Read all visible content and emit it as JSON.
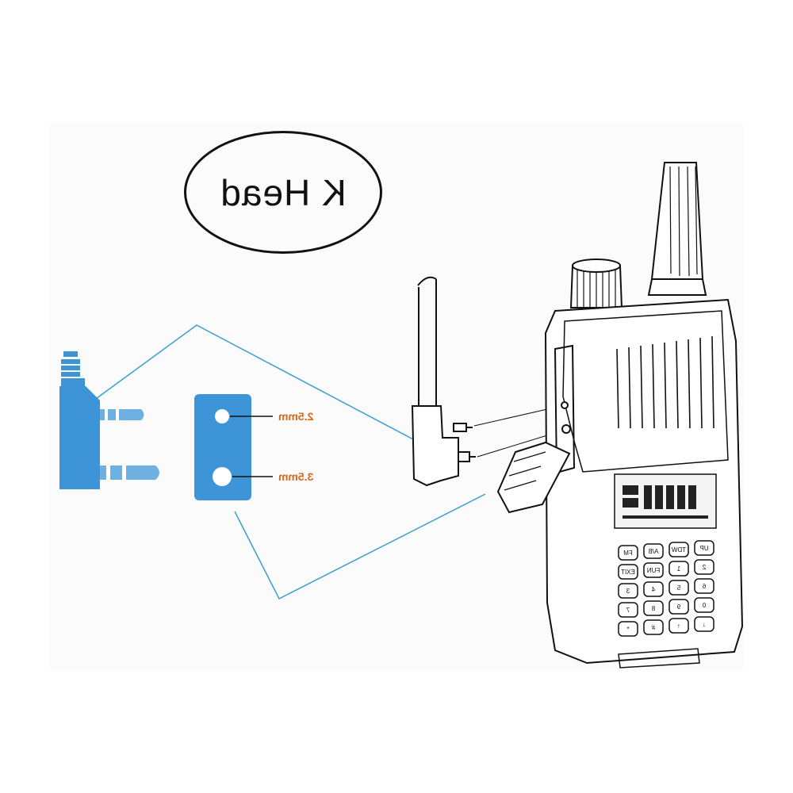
{
  "title": "K Head",
  "labels": {
    "small": "2.5mm",
    "large": "3.5mm"
  },
  "colors": {
    "plug": "#3d94d6",
    "plug_light": "#6fb0e2",
    "callout_line": "#3a9fd1",
    "label": "#d86a1e",
    "outline": "#111111"
  },
  "icons": {
    "plug": "k-plug-icon",
    "radio": "walkie-talkie-icon"
  },
  "radio_keys": [
    "FM",
    "A/B",
    "TDW",
    "UP",
    "EXIT",
    "FUN",
    "1",
    "2",
    "3",
    "4",
    "5",
    "6",
    "7",
    "8",
    "9",
    "0",
    "*",
    "#",
    "↑",
    "↓"
  ]
}
